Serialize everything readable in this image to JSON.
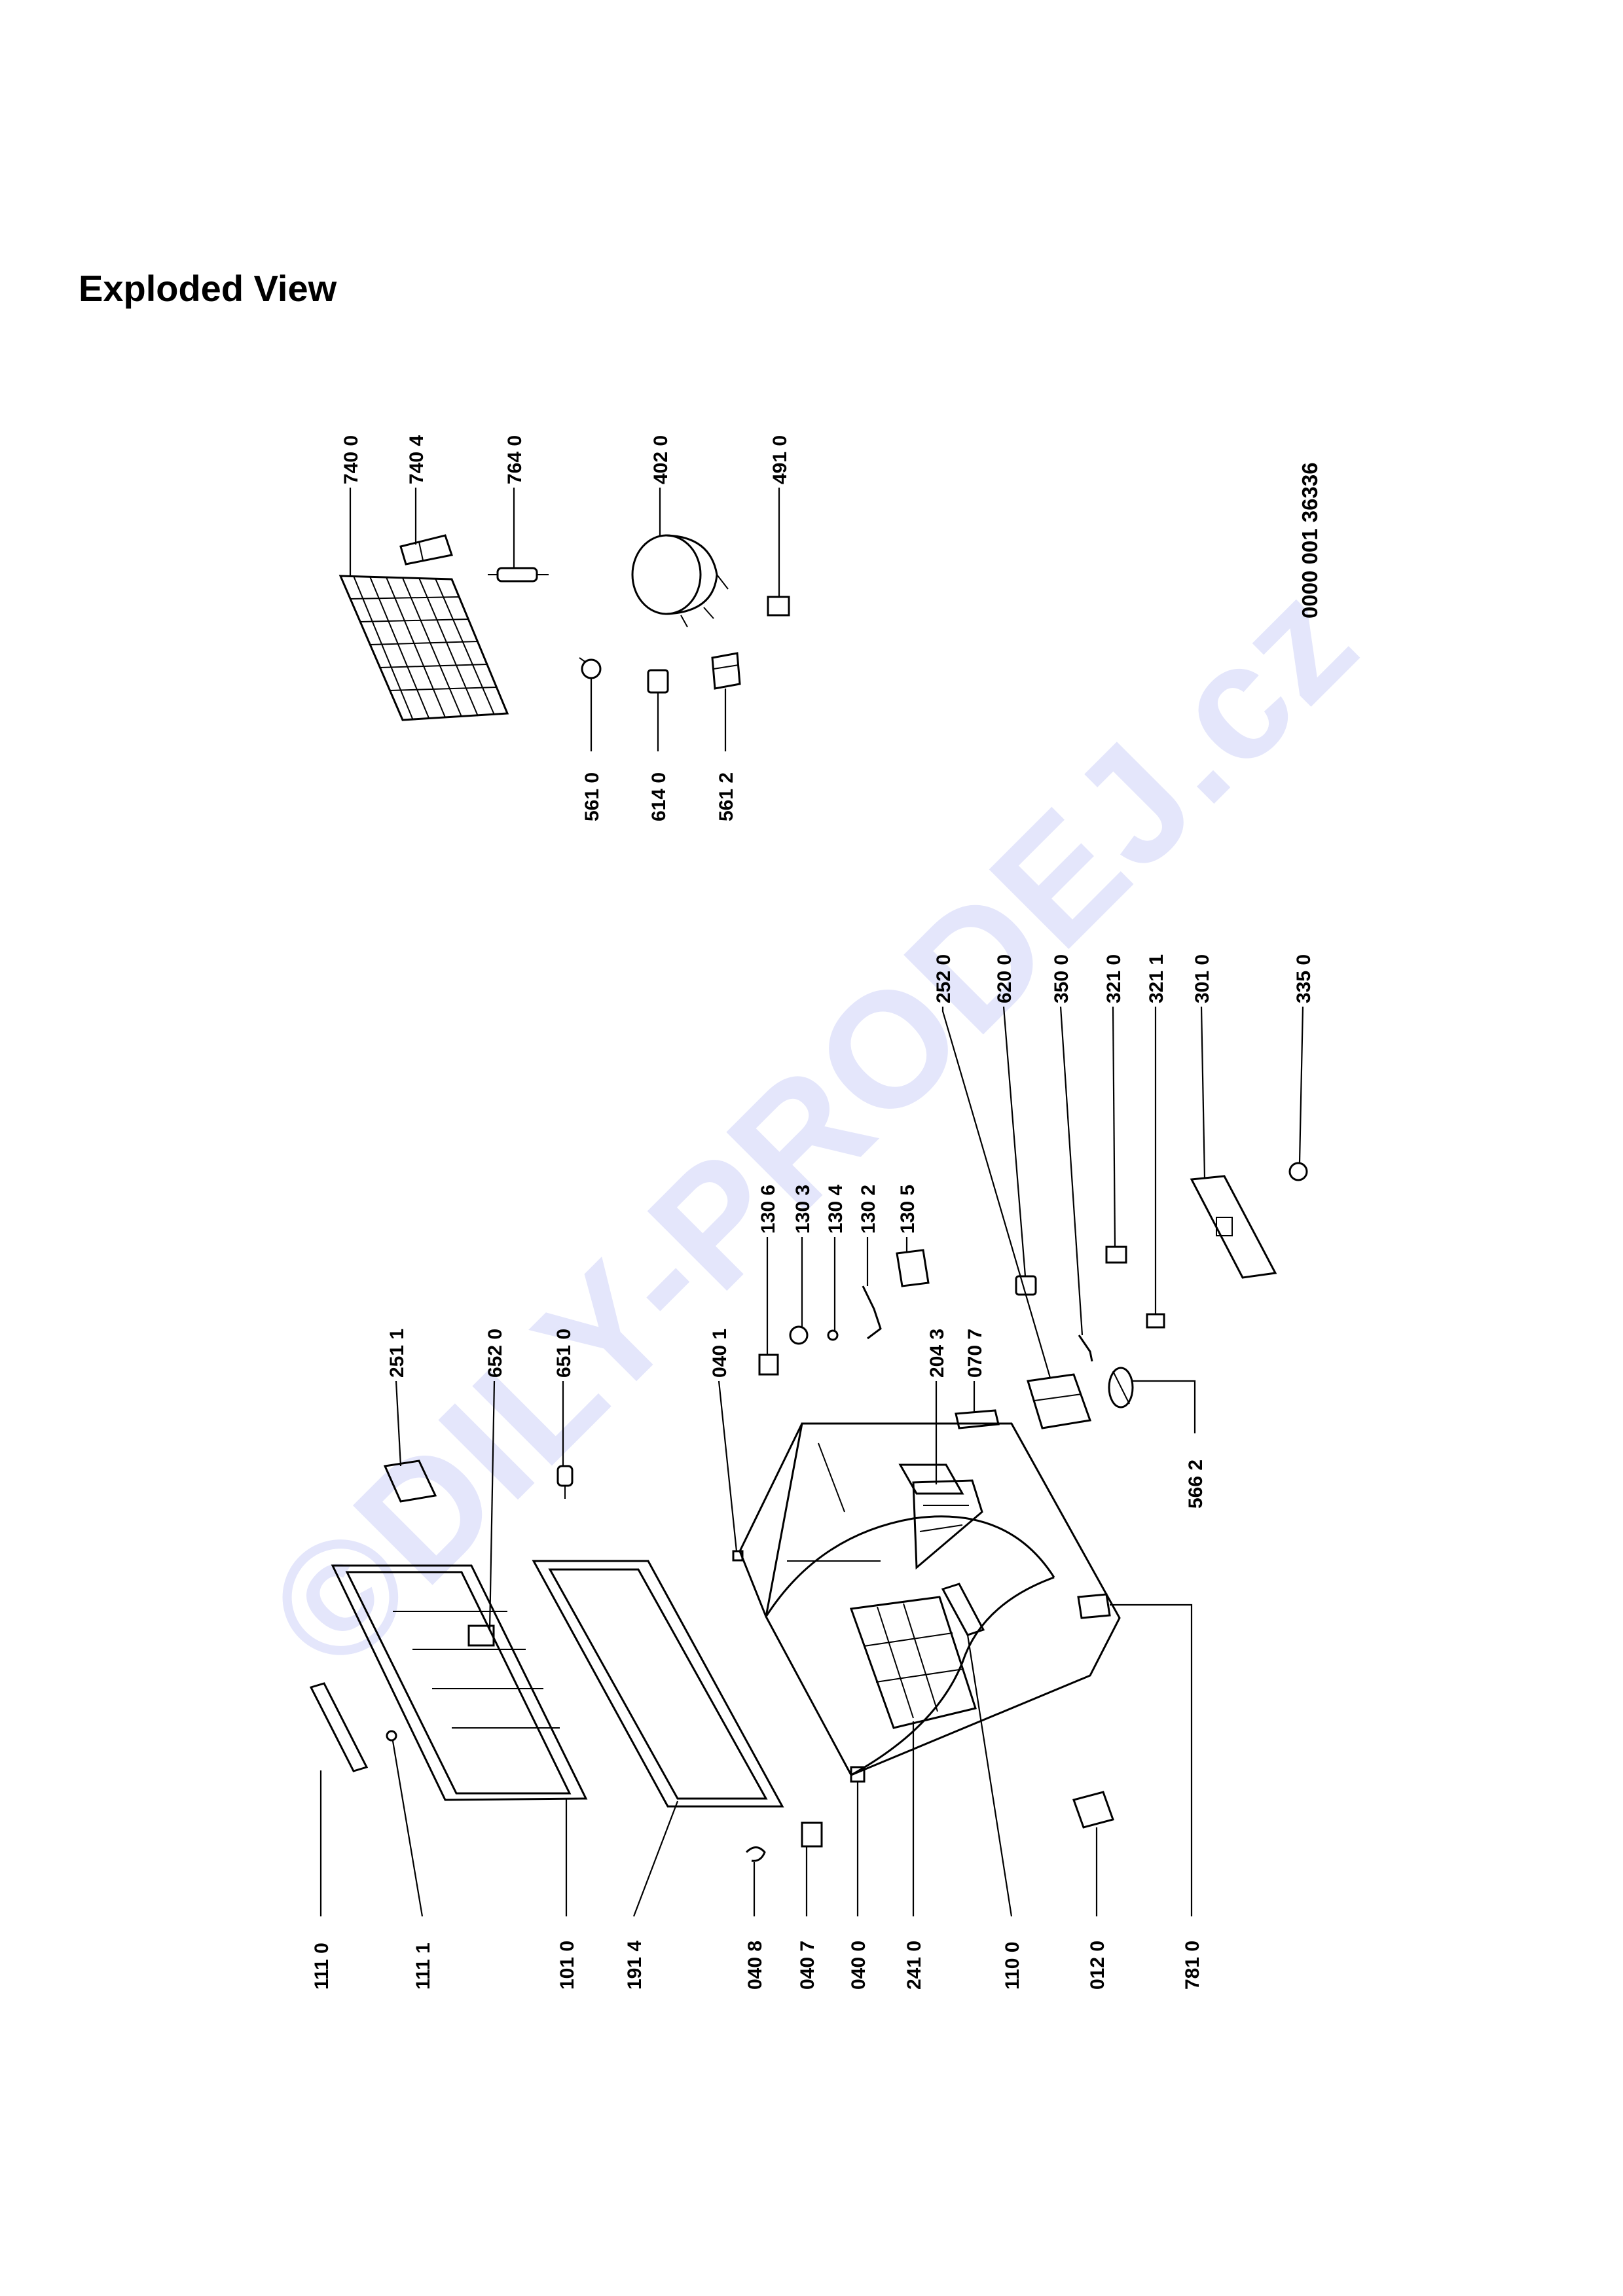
{
  "page": {
    "title": "Exploded View",
    "watermark": "©DILY-PRODEJ.cz",
    "document_number": "0000 001 36336"
  },
  "callouts": [
    {
      "id": "c7400",
      "label": "740 0"
    },
    {
      "id": "c7404",
      "label": "740 4"
    },
    {
      "id": "c7640",
      "label": "764 0"
    },
    {
      "id": "c4020",
      "label": "402 0"
    },
    {
      "id": "c4910",
      "label": "491 0"
    },
    {
      "id": "c5610",
      "label": "561 0"
    },
    {
      "id": "c6140",
      "label": "614 0"
    },
    {
      "id": "c5612",
      "label": "561 2"
    },
    {
      "id": "c2511",
      "label": "251 1"
    },
    {
      "id": "c6520",
      "label": "652 0"
    },
    {
      "id": "c6510",
      "label": "651 0"
    },
    {
      "id": "c0401",
      "label": "040 1"
    },
    {
      "id": "c1306",
      "label": "130 6"
    },
    {
      "id": "c1303",
      "label": "130 3"
    },
    {
      "id": "c1304",
      "label": "130 4"
    },
    {
      "id": "c1302",
      "label": "130 2"
    },
    {
      "id": "c1305",
      "label": "130 5"
    },
    {
      "id": "c2043",
      "label": "204 3"
    },
    {
      "id": "c0707",
      "label": "070 7"
    },
    {
      "id": "c2520",
      "label": "252 0"
    },
    {
      "id": "c6200",
      "label": "620 0"
    },
    {
      "id": "c3500",
      "label": "350 0"
    },
    {
      "id": "c3210",
      "label": "321 0"
    },
    {
      "id": "c3211",
      "label": "321 1"
    },
    {
      "id": "c3010",
      "label": "301 0"
    },
    {
      "id": "c3350",
      "label": "335 0"
    },
    {
      "id": "c5662",
      "label": "566 2"
    },
    {
      "id": "c1110",
      "label": "111 0"
    },
    {
      "id": "c1111",
      "label": "111 1"
    },
    {
      "id": "c1010",
      "label": "101 0"
    },
    {
      "id": "c1914",
      "label": "191 4"
    },
    {
      "id": "c0408",
      "label": "040 8"
    },
    {
      "id": "c0407",
      "label": "040 7"
    },
    {
      "id": "c0400",
      "label": "040 0"
    },
    {
      "id": "c2410",
      "label": "241 0"
    },
    {
      "id": "c1100",
      "label": "110 0"
    },
    {
      "id": "c0120",
      "label": "012 0"
    },
    {
      "id": "c7810",
      "label": "781 0"
    }
  ]
}
